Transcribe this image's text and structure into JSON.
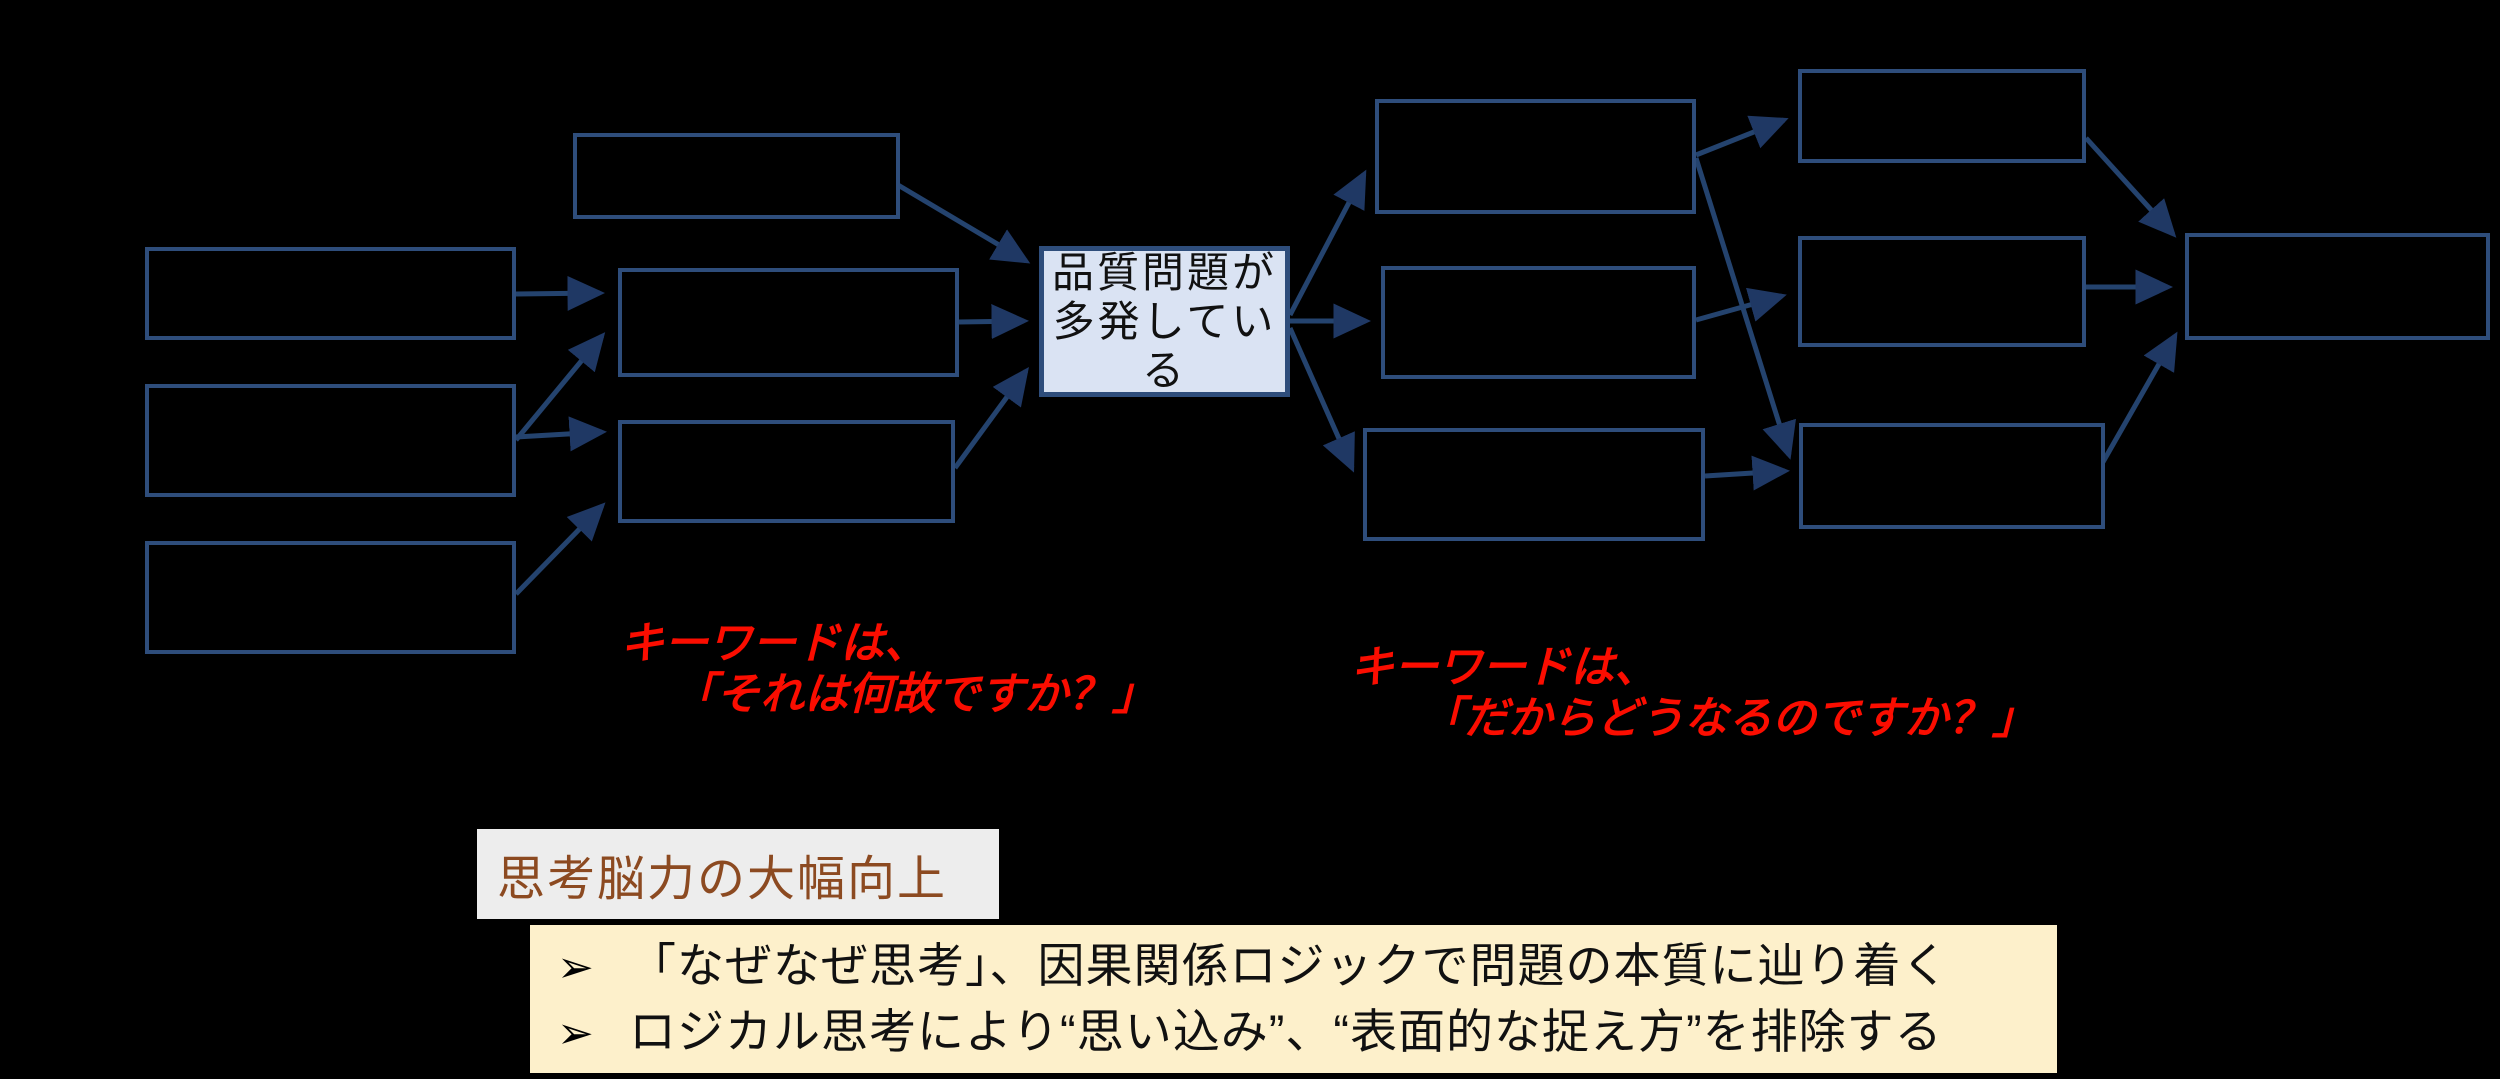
{
  "diagram": {
    "title_node": {
      "lines": [
        "品質問題が",
        "多発してい",
        "る"
      ],
      "full_text": "品質問題が多発している"
    },
    "colors": {
      "background": "#000000",
      "box_border": "#2e4d7b",
      "center_fill": "#dae3f3",
      "arrow": "#1f3864",
      "red_note": "#fb0d00",
      "label_bg": "#ededed",
      "label_text": "#8c4a21",
      "summary_bg": "#fdf0cb"
    },
    "keyword_note_1": {
      "line1": "キーワードは、",
      "line2": "「それは何故ですか？」"
    },
    "keyword_note_2": {
      "line1": "キーワードは、",
      "line2": "「だからどうなるのですか？」"
    },
    "label_box": {
      "text": "思考脳力の大幅向上"
    },
    "summary": {
      "bullet": "➢",
      "items": [
        "「なぜなぜ思考」、因果関係ロジックで問題の本質に辿り着く",
        "ロジカル思考により“思い込み”、“表面的な捉え方”を排除する"
      ]
    }
  }
}
